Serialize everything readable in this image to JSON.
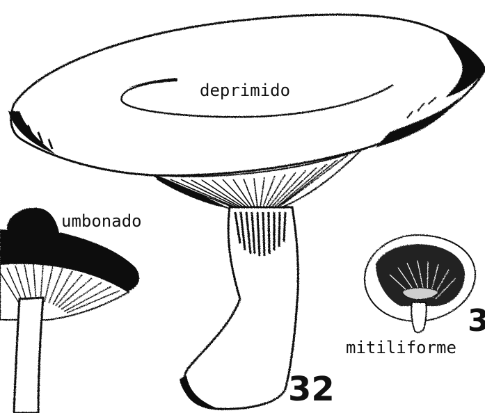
{
  "labels": {
    "deprimido": "deprimido",
    "umbonado": "umbonado",
    "mitiliforme": "mitiliforme"
  },
  "figure_numbers": {
    "main": "32",
    "right": "3"
  },
  "colors": {
    "ink": "#111111",
    "background": "#ffffff"
  }
}
